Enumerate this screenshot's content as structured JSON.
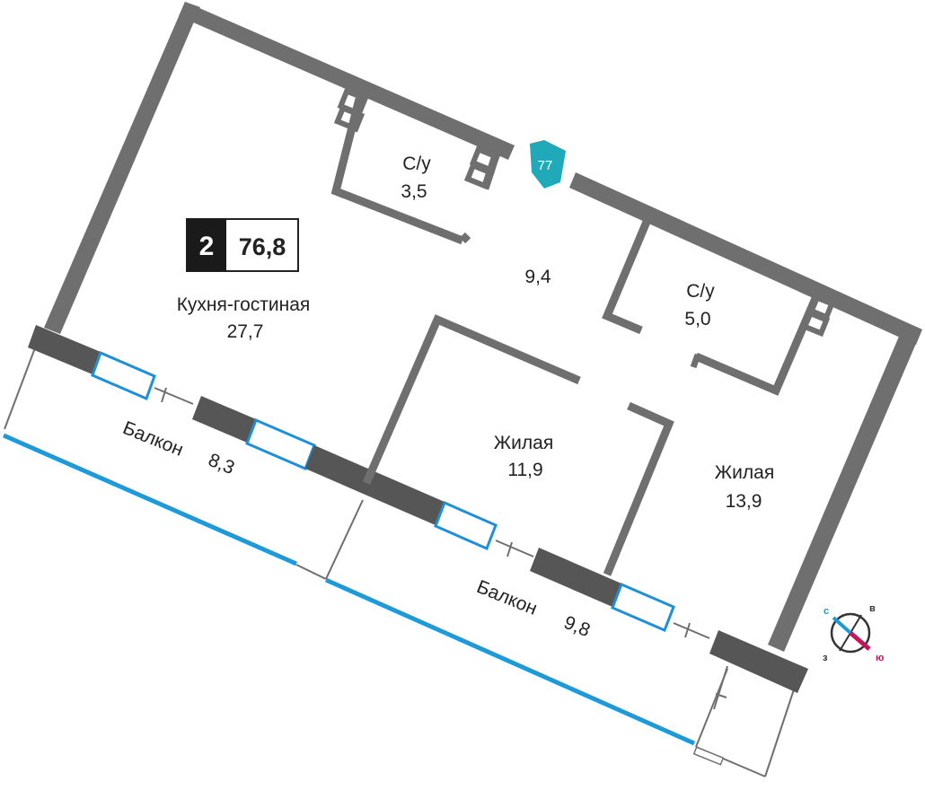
{
  "badge": {
    "rooms": "2",
    "area": "76,8"
  },
  "entrance": {
    "number": "77"
  },
  "rooms": [
    {
      "name": "С/у",
      "area": "3,5"
    },
    {
      "name": "",
      "area": "9,4"
    },
    {
      "name": "С/у",
      "area": "5,0"
    },
    {
      "name": "Кухня-гостиная",
      "area": "27,7"
    },
    {
      "name": "Жилая",
      "area": "11,9"
    },
    {
      "name": "Жилая",
      "area": "13,9"
    },
    {
      "name": "Балкон",
      "area": "8,3"
    },
    {
      "name": "Балкон",
      "area": "9,8"
    }
  ],
  "compass": {
    "north": "с",
    "east": "в",
    "south": "ю",
    "west": "з"
  },
  "colors": {
    "wall": "#6f6f6f",
    "window": "#1f8fd6",
    "entrance": "#1fa9b9",
    "south": "#c2185b"
  }
}
